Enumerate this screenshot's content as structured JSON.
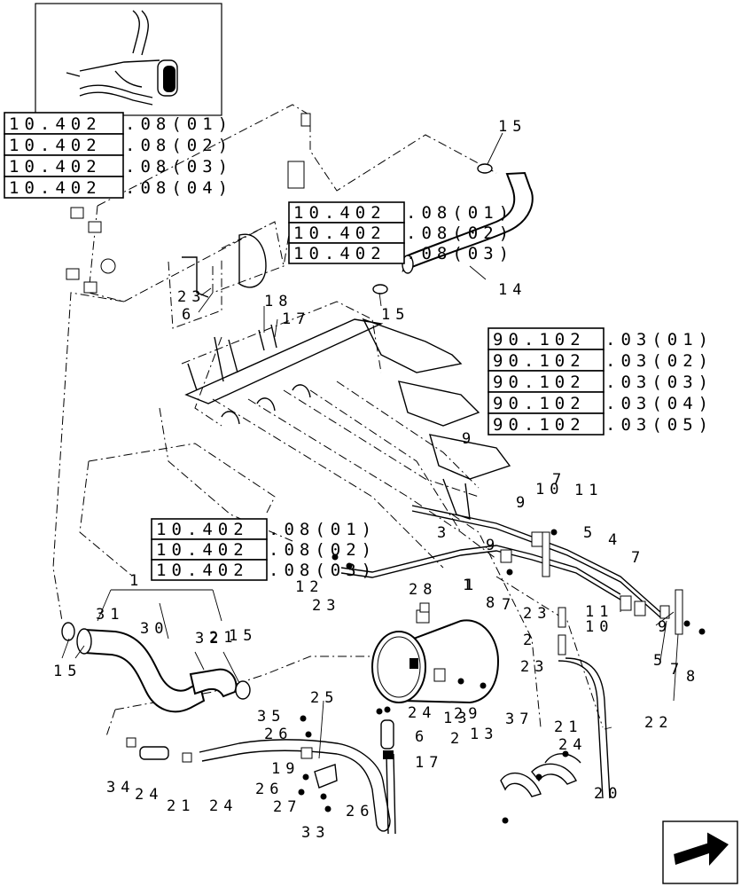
{
  "ref_tables": [
    {
      "id": "top-left",
      "rows": [
        {
          "box": "10.402",
          "suffix": ".08(01)"
        },
        {
          "box": "10.402",
          "suffix": ".08(02)"
        },
        {
          "box": "10.402",
          "suffix": ".08(03)"
        },
        {
          "box": "10.402",
          "suffix": ".08(04)"
        }
      ]
    },
    {
      "id": "top-center",
      "rows": [
        {
          "box": "10.402",
          "suffix": ".08(01)"
        },
        {
          "box": "10.402",
          "suffix": ".08(02)"
        },
        {
          "box": "10.402",
          "suffix": ".08(03)"
        }
      ]
    },
    {
      "id": "right",
      "rows": [
        {
          "box": "90.102",
          "suffix": ".03(01)"
        },
        {
          "box": "90.102",
          "suffix": ".03(02)"
        },
        {
          "box": "90.102",
          "suffix": ".03(03)"
        },
        {
          "box": "90.102",
          "suffix": ".03(04)"
        },
        {
          "box": "90.102",
          "suffix": ".03(05)"
        }
      ]
    },
    {
      "id": "middle-left",
      "rows": [
        {
          "box": "10.402",
          "suffix": ".08(01)"
        },
        {
          "box": "10.402",
          "suffix": ".08(02)"
        },
        {
          "box": "10.402",
          "suffix": ".08(03)"
        }
      ]
    }
  ],
  "callouts": [
    "15",
    "15",
    "14",
    "23",
    "6",
    "18",
    "17",
    "9",
    "10",
    "7",
    "11",
    "9",
    "5",
    "4",
    "3",
    "9",
    "7",
    "1",
    "12",
    "23",
    "28",
    "1",
    "8",
    "7",
    "23",
    "11",
    "2",
    "10",
    "9",
    "5",
    "7",
    "8",
    "23",
    "22",
    "1",
    "31",
    "30",
    "32",
    "15",
    "21",
    "15",
    "25",
    "35",
    "26",
    "24",
    "29",
    "37",
    "2",
    "13",
    "6",
    "21",
    "24",
    "17",
    "19",
    "26",
    "27",
    "26",
    "33",
    "34",
    "24",
    "21",
    "24",
    "20",
    "13"
  ],
  "icons": [
    "thumbnail-overview-image",
    "navigation-arrow-icon"
  ]
}
